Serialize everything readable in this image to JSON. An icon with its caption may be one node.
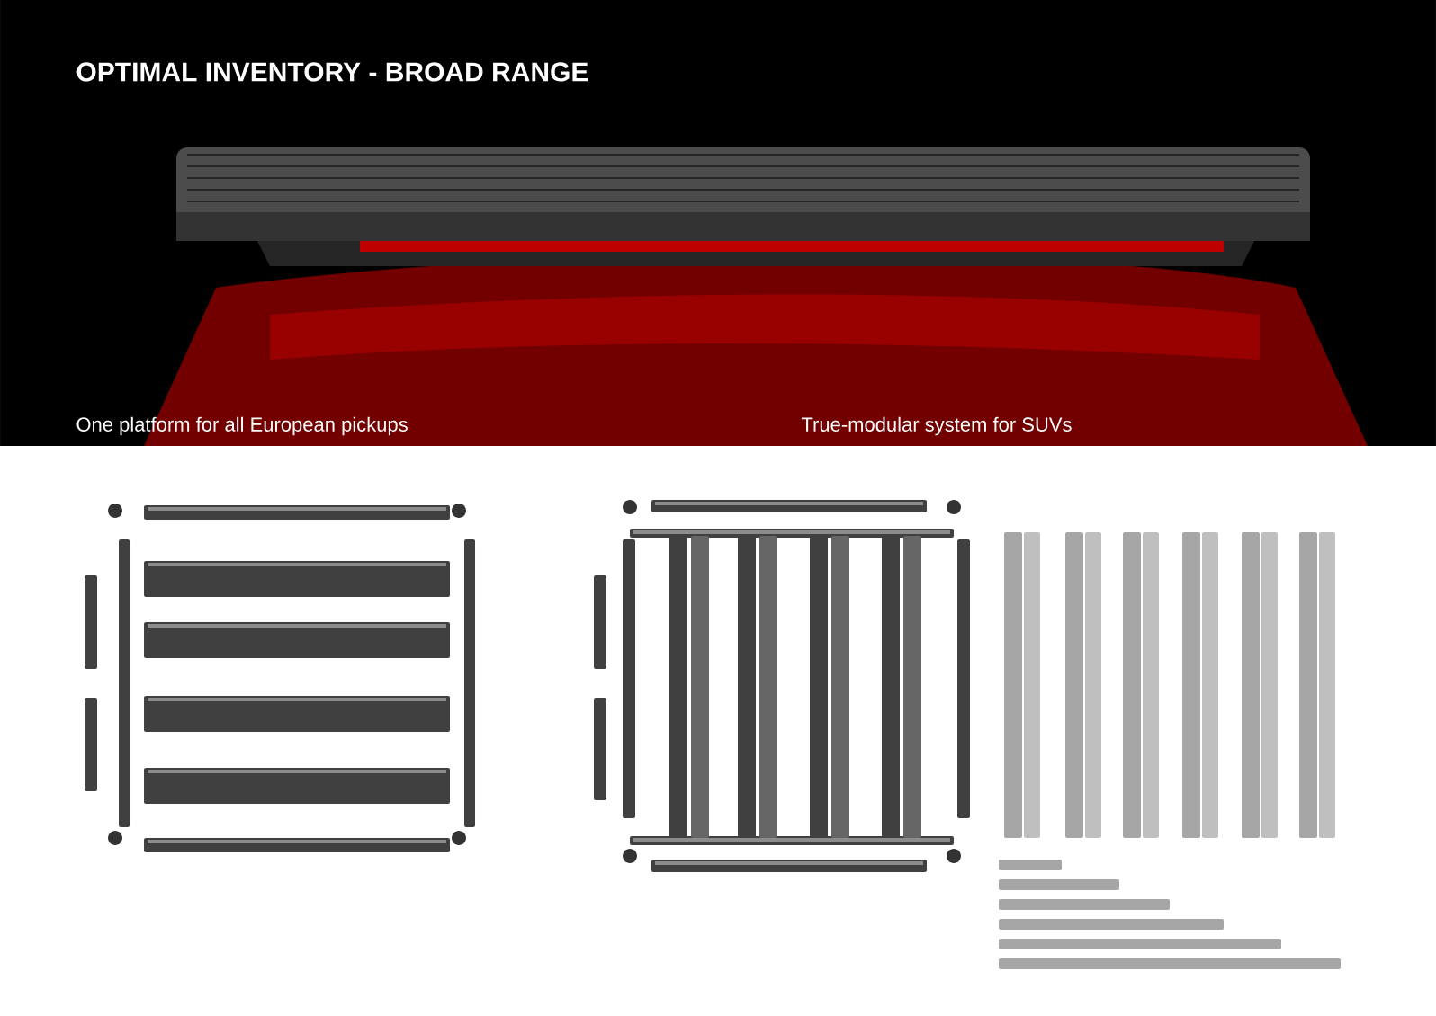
{
  "diagram": {
    "title": "OPTIMAL INVENTORY - BROAD RANGE",
    "labels": [
      "One platform for all European pickups",
      "True-modular system for SUVs"
    ]
  }
}
